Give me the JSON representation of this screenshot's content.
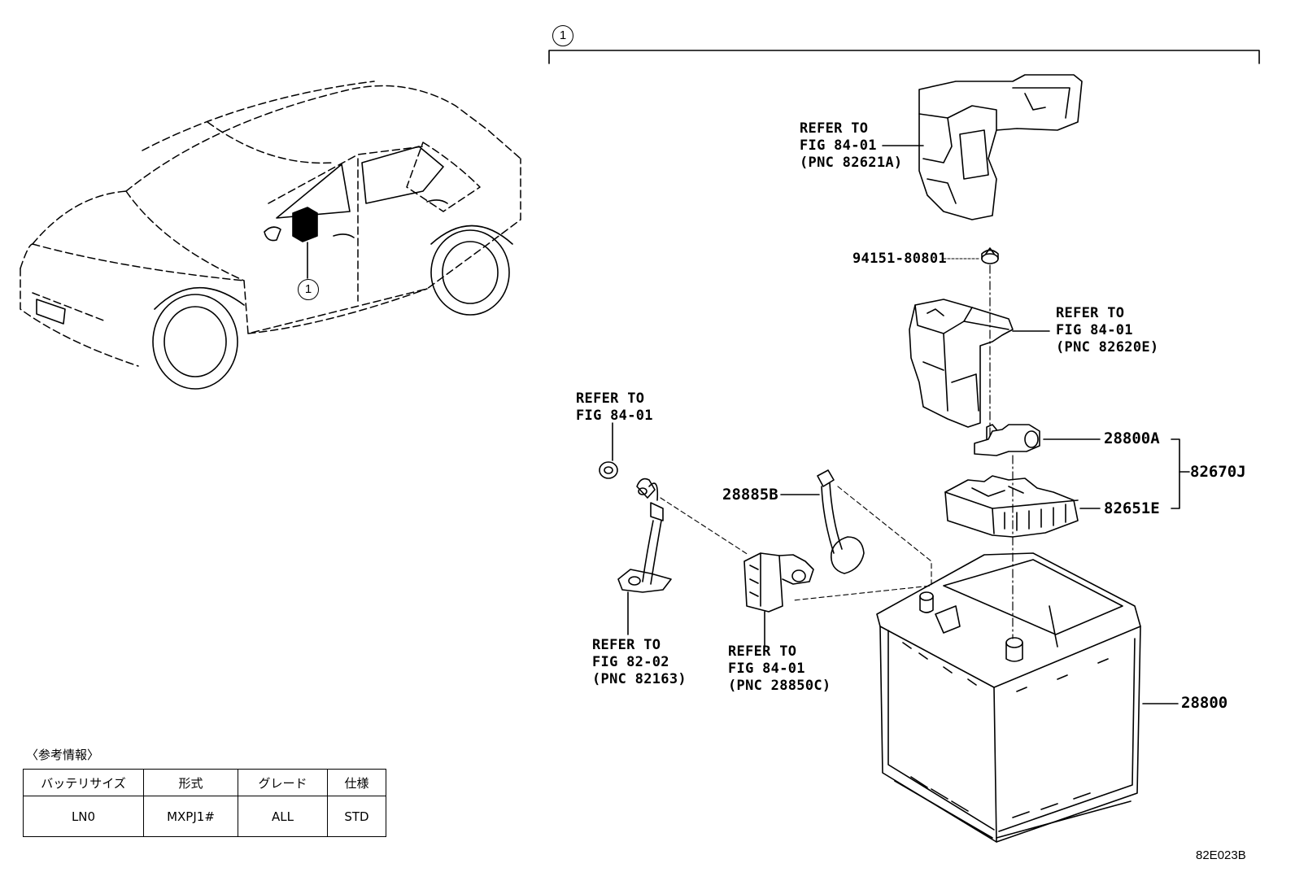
{
  "header_callout": "1",
  "vehicle_callout": "1",
  "labels": {
    "refer_upper_relay": "REFER TO\nFIG 84-01\n(PNC 82621A)",
    "nut_part": "94151-80801",
    "refer_relay_block": "REFER TO\nFIG 84-01\n(PNC 82620E)",
    "refer_ground_bolt": "REFER TO\nFIG 84-01",
    "cable_part": "28885B",
    "clamp_part": "28800A",
    "assy_part": "82670J",
    "cover_part": "82651E",
    "refer_cable": "REFER TO\nFIG 82-02\n(PNC 82163)",
    "refer_terminal": "REFER TO\nFIG 84-01\n(PNC 28850C)",
    "battery_part": "28800"
  },
  "reference_info": {
    "title": "〈参考情報〉",
    "headers": [
      "バッテリサイズ",
      "形式",
      "グレード",
      "仕様"
    ],
    "row": [
      "LN0",
      "MXPJ1#",
      "ALL",
      "STD"
    ]
  },
  "figure_code": "82E023B"
}
